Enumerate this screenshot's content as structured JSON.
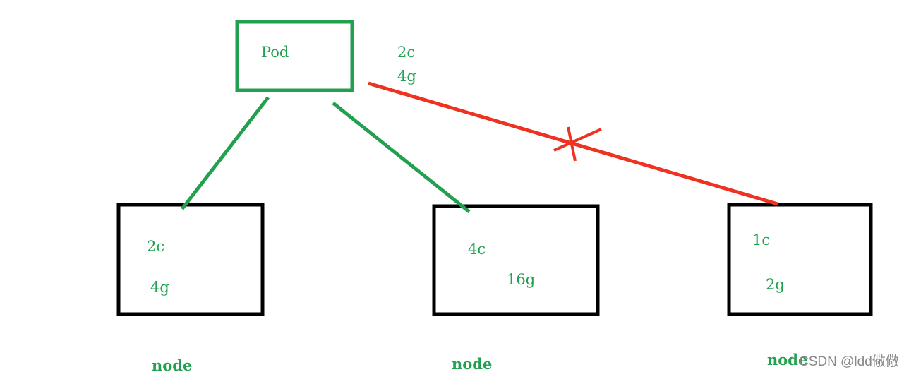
{
  "pod": {
    "label": "Pod",
    "cpu": "2c",
    "mem": "4g"
  },
  "nodes": [
    {
      "cpu": "2c",
      "mem": "4g",
      "label": "node"
    },
    {
      "cpu": "4c",
      "mem": "16g",
      "label": "node"
    },
    {
      "cpu": "1c",
      "mem": "2g",
      "label": "node"
    }
  ],
  "colors": {
    "green": "#22a050",
    "red": "#ee3322",
    "black": "#000000"
  },
  "watermark": "CSDN @ldd儆儆"
}
